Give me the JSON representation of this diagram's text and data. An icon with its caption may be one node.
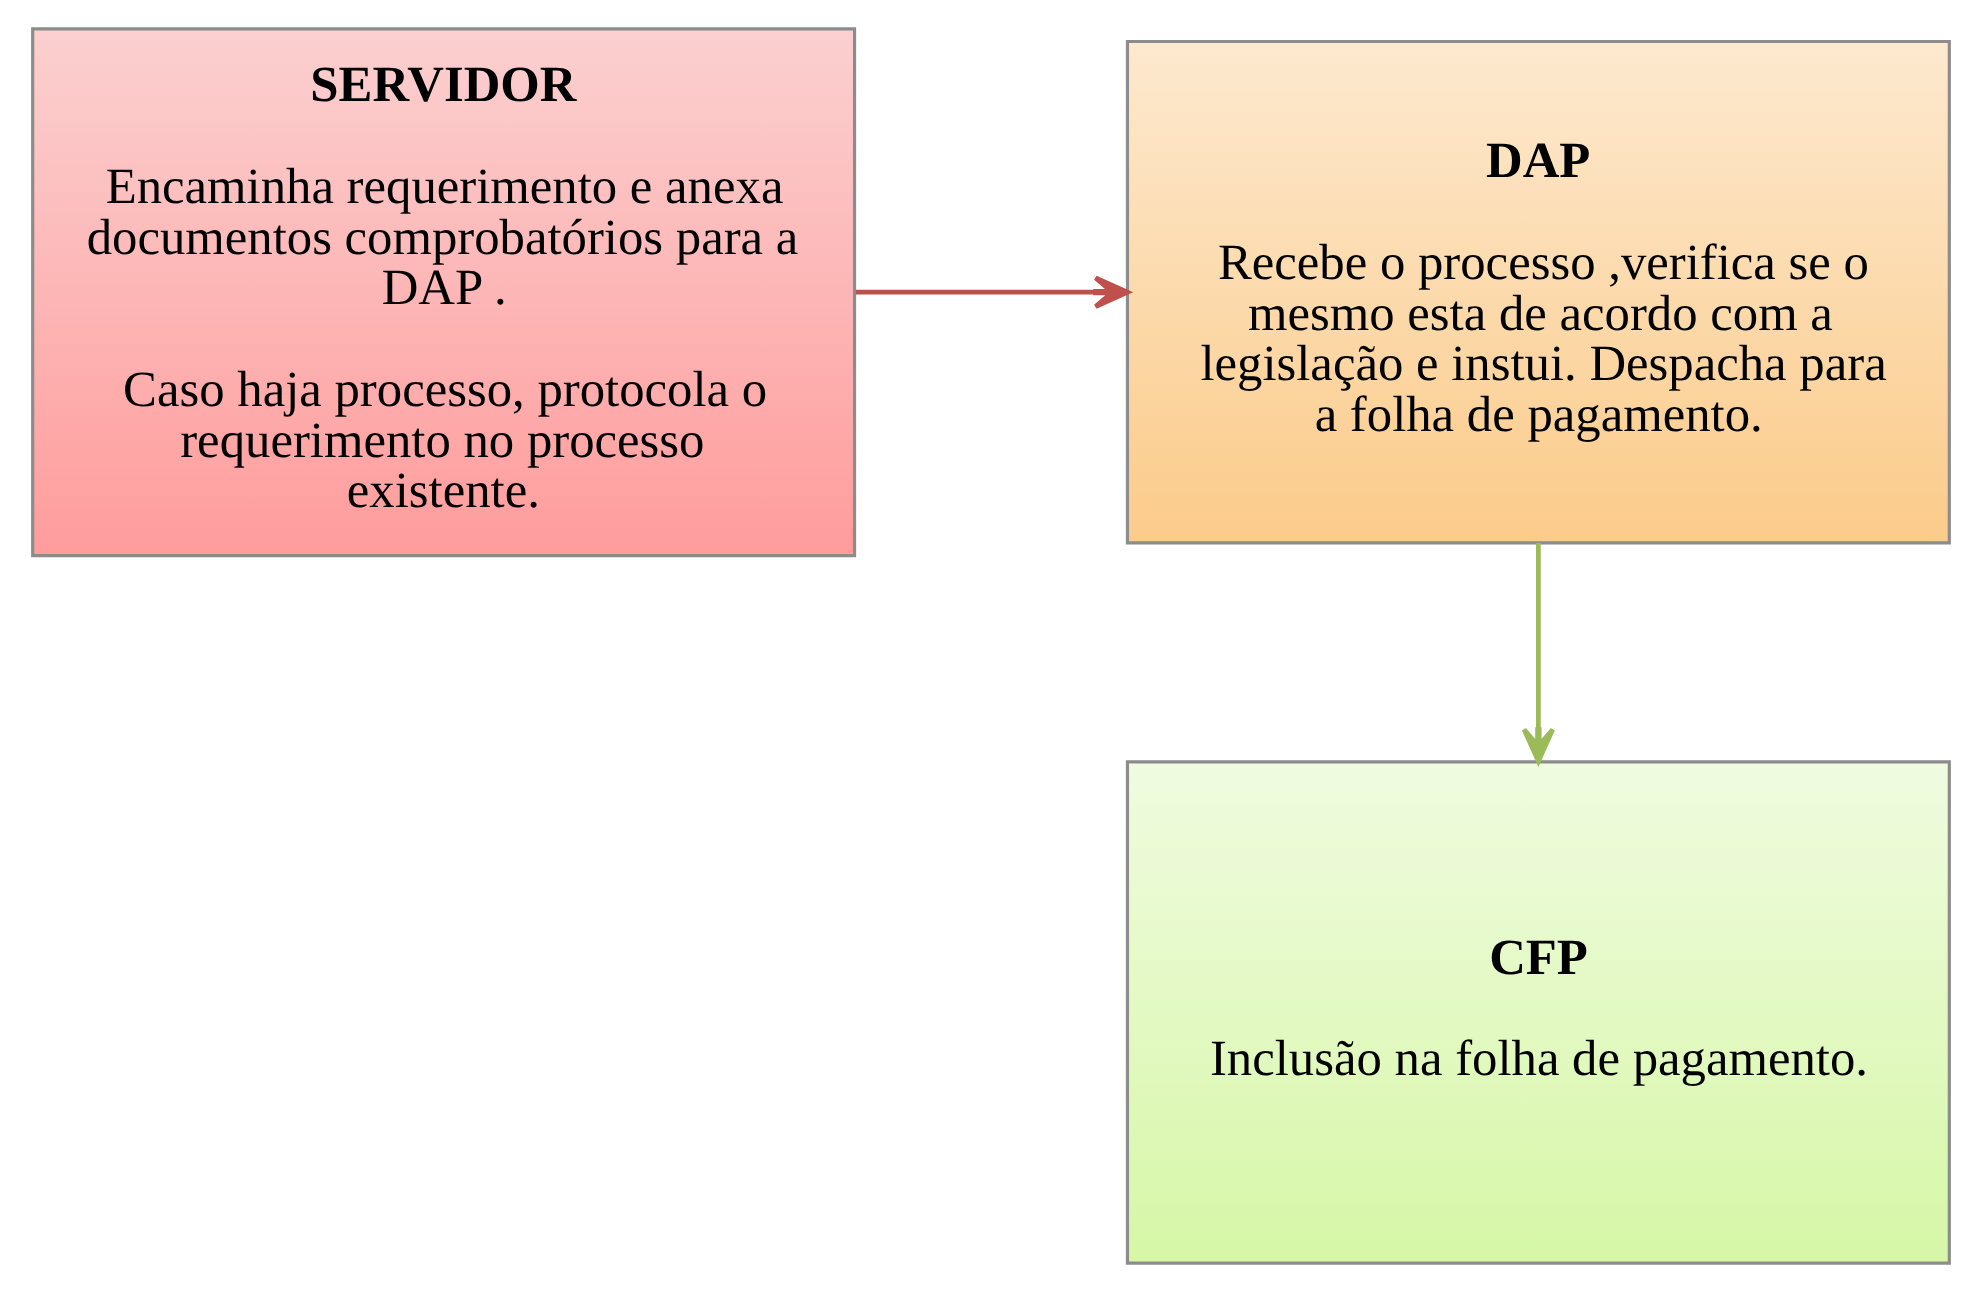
{
  "diagram": {
    "nodes": [
      {
        "text": [
          "SERVIDOR",
          "Encaminha requerimento e anexa documentos comprobatórios para a DAP .",
          "Caso haja processo, protocola o requerimento no processo existente."
        ]
      },
      {
        "text": [
          "DAP",
          "Recebe o processo ,verifica se o mesmo esta de acordo com a legislação e instui. Despacha para a folha de pagamento."
        ]
      },
      {
        "text": [
          "CFP",
          "Inclusão na folha de pagamento."
        ]
      }
    ],
    "edges": [
      {
        "from": 0,
        "to": 1,
        "arrow": "to",
        "color": "#c0504d"
      },
      {
        "from": 1,
        "to": 2,
        "arrow": "to",
        "color": "#9bbb59"
      }
    ]
  }
}
